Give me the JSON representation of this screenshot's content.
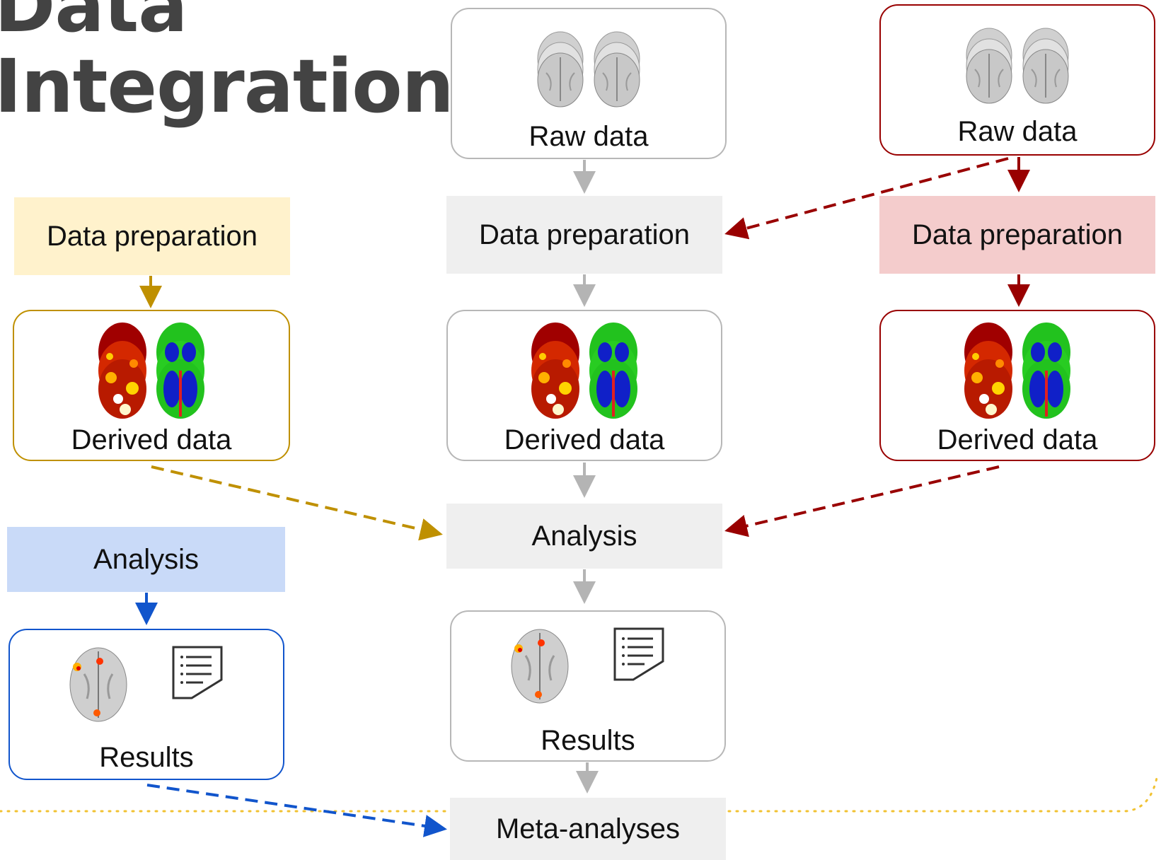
{
  "title": {
    "line1": "Data",
    "line2": "Integration"
  },
  "colors": {
    "gray": "#b4b4b4",
    "gold": "#bf9000",
    "red": "#990000",
    "blue": "#1155cc",
    "yellow_fill": "#fff2cc",
    "pink_fill": "#f4cccc",
    "blue_fill": "#c9daf8",
    "gray_fill": "#efefef",
    "dotted": "#f1c232"
  },
  "center": {
    "raw": "Raw data",
    "prep": "Data preparation",
    "derived": "Derived data",
    "analysis": "Analysis",
    "results": "Results",
    "meta": "Meta-analyses"
  },
  "right": {
    "raw": "Raw data",
    "prep": "Data preparation",
    "derived": "Derived data"
  },
  "left": {
    "prep": "Data preparation",
    "derived": "Derived data",
    "analysis": "Analysis",
    "results": "Results"
  },
  "icons": {
    "raw": "brain-slice-stack-icon",
    "derived_heat": "heat-map-brain-icon",
    "derived_stat": "stat-map-brain-icon",
    "results_brain": "activation-brain-icon",
    "results_doc": "report-document-icon"
  }
}
